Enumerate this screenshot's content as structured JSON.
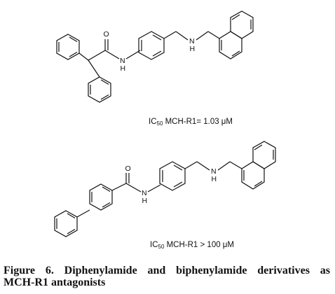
{
  "figure": {
    "compound1": {
      "atoms": {
        "carbonyl_o": "O",
        "amide_n": "N",
        "amide_h": "H",
        "amine_n": "N",
        "amine_h": "H"
      },
      "ic50": {
        "prefix": "IC",
        "subscript": "50",
        "text": " MCH-R1= 1.03 μM"
      }
    },
    "compound2": {
      "atoms": {
        "carbonyl_o": "O",
        "amide_n": "N",
        "amide_h": "H",
        "amine_n": "N",
        "amine_h": "H"
      },
      "ic50": {
        "prefix": "IC",
        "subscript": "50",
        "text": " MCH-R1 > 100 μM"
      }
    },
    "caption": {
      "words": [
        "Figure",
        "6.",
        "Diphenylamide",
        "and",
        "biphenylamide",
        "derivatives",
        "as"
      ],
      "line2": "MCH-R1 antagonists"
    }
  }
}
